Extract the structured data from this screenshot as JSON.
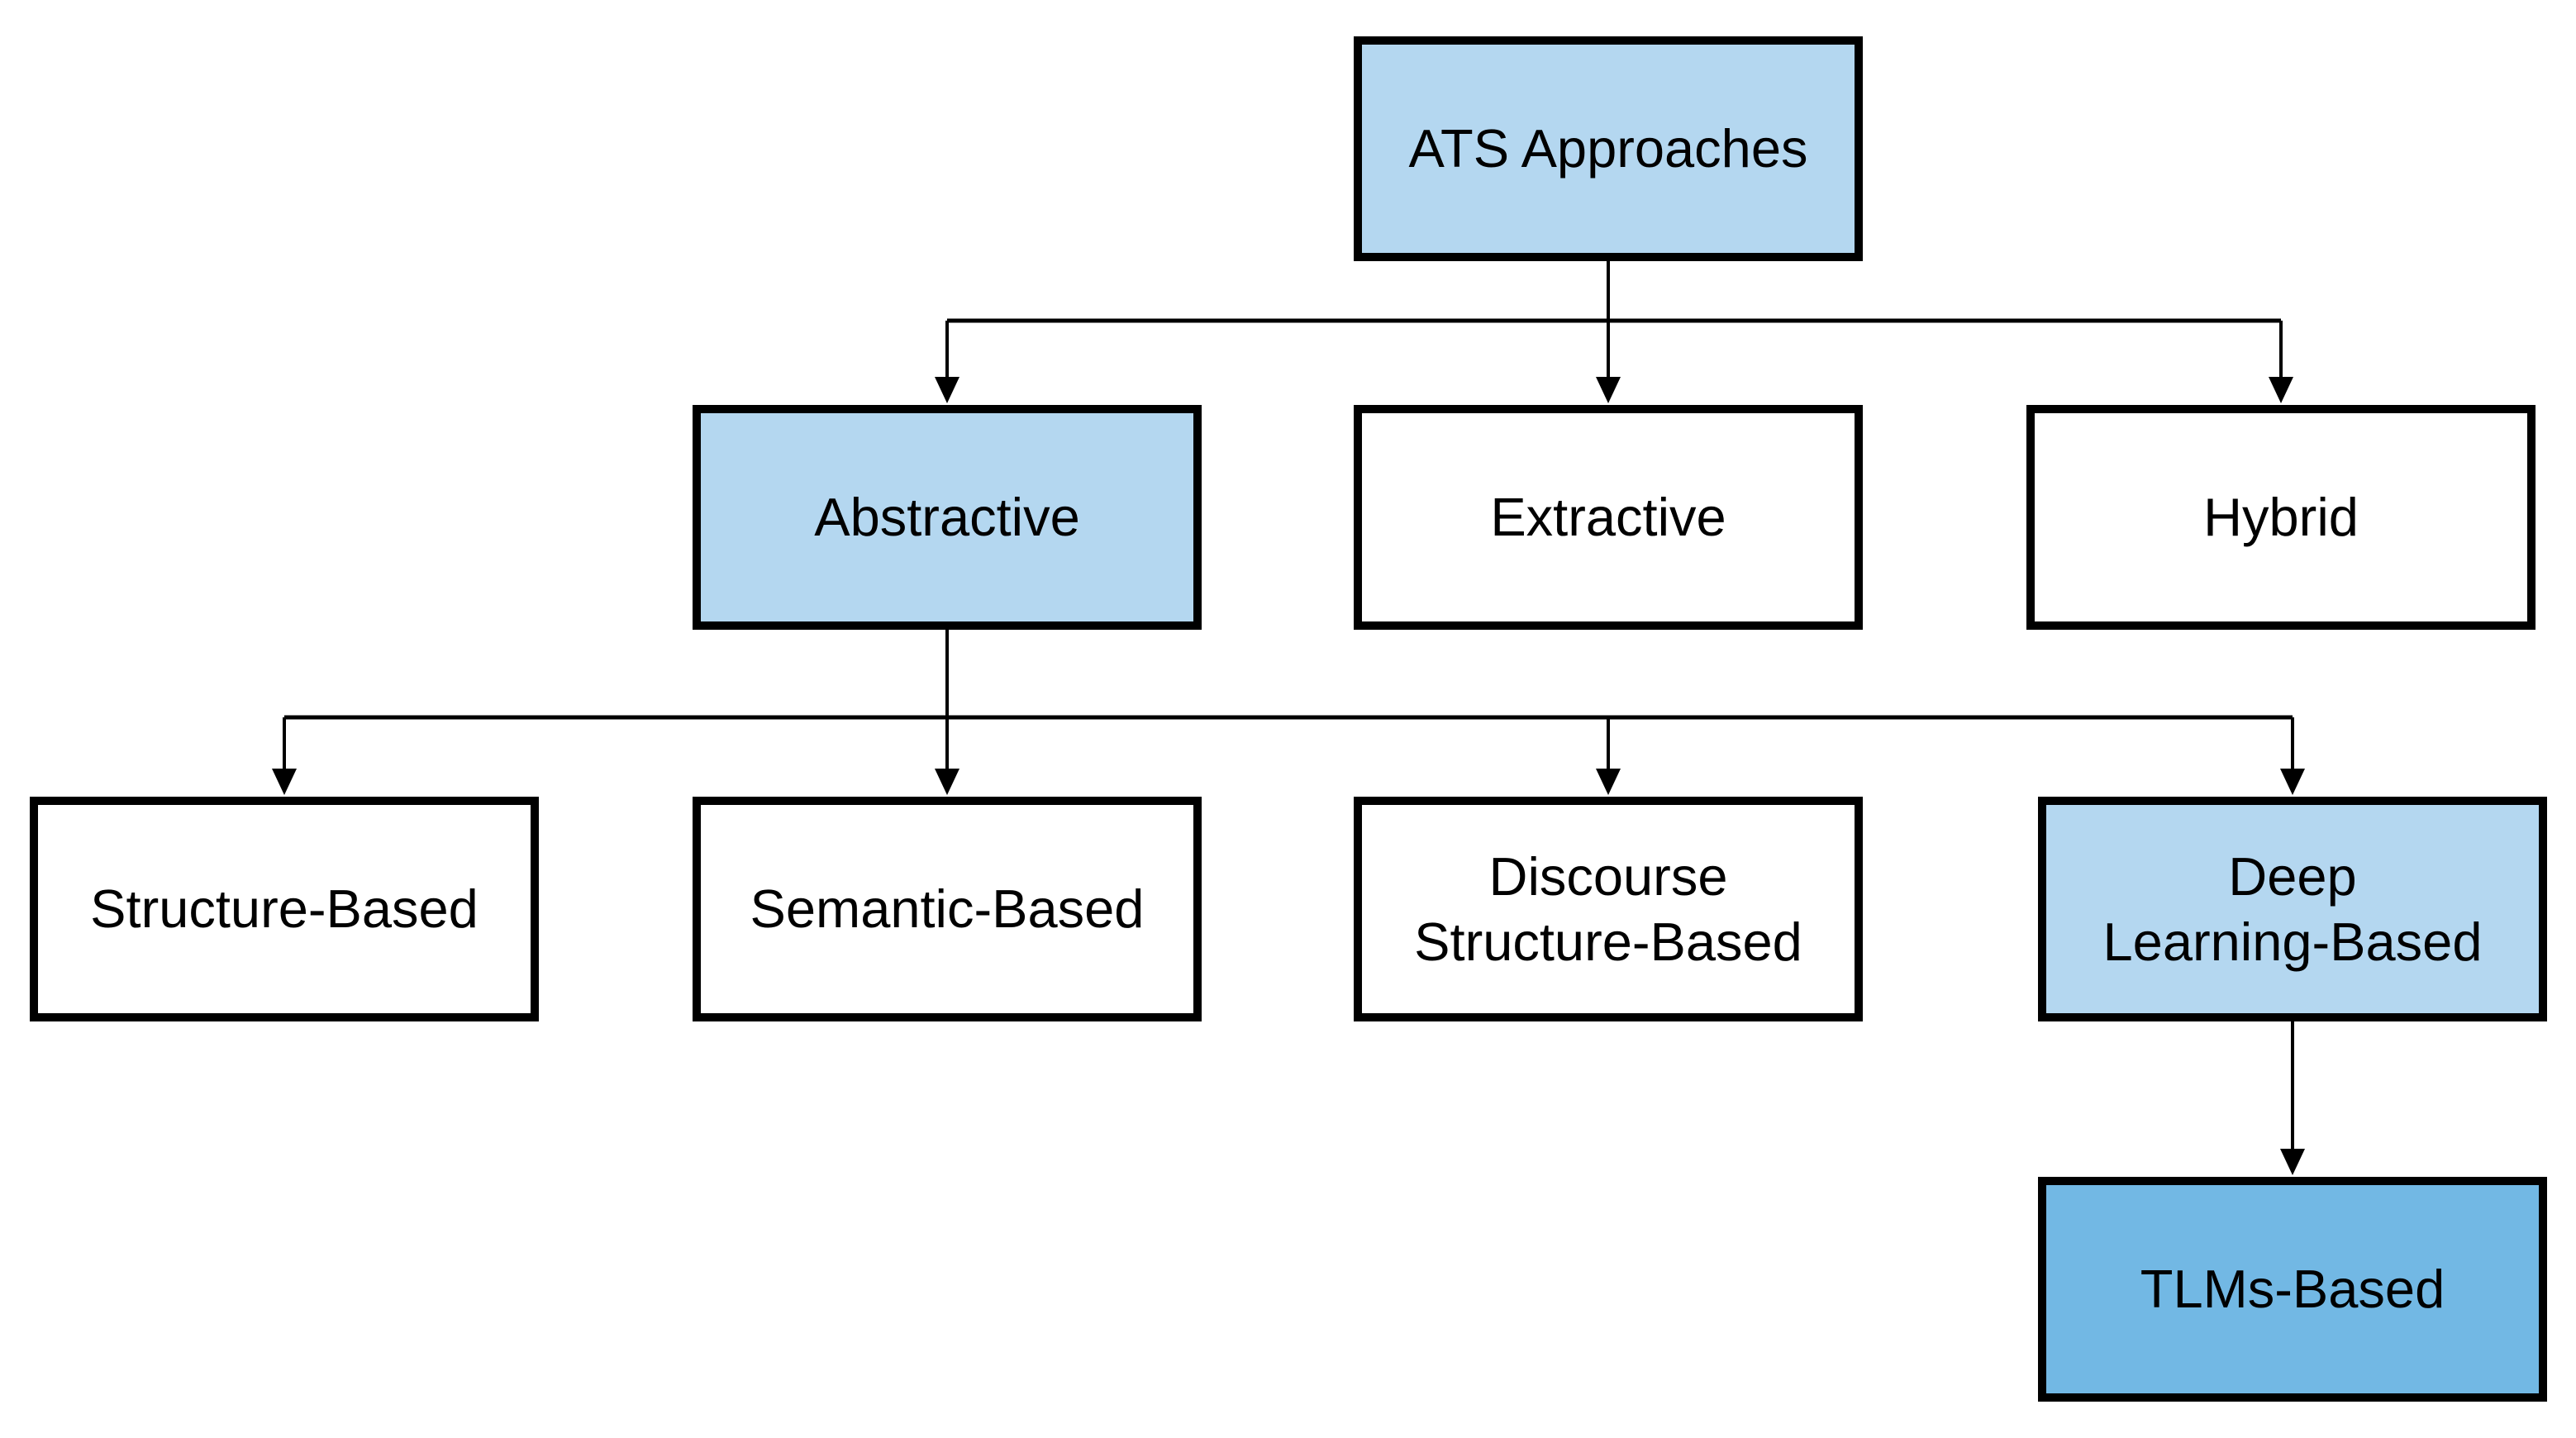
{
  "diagram": {
    "type": "hierarchy-flowchart",
    "colors": {
      "highlight_light_blue": "#b4d7f0",
      "highlight_medium_blue": "#72b8e4",
      "plain_white": "#ffffff",
      "border_and_lines": "#000000"
    },
    "nodes": {
      "ats": {
        "label": "ATS Approaches",
        "fill": "#b4d7f0",
        "level": 0
      },
      "abstractive": {
        "label": "Abstractive",
        "fill": "#b4d7f0",
        "level": 1
      },
      "extractive": {
        "label": "Extractive",
        "fill": "#ffffff",
        "level": 1
      },
      "hybrid": {
        "label": "Hybrid",
        "fill": "#ffffff",
        "level": 1
      },
      "structure": {
        "label": "Structure-Based",
        "fill": "#ffffff",
        "level": 2
      },
      "semantic": {
        "label": "Semantic-Based",
        "fill": "#ffffff",
        "level": 2
      },
      "discourse": {
        "label": "Discourse\nStructure-Based",
        "fill": "#ffffff",
        "level": 2
      },
      "deep": {
        "label": "Deep\nLearning-Based",
        "fill": "#b4d7f0",
        "level": 2
      },
      "tlms": {
        "label": "TLMs-Based",
        "fill": "#72b8e4",
        "level": 3
      }
    },
    "edges": [
      {
        "from": "ATS Approaches",
        "to": "Abstractive"
      },
      {
        "from": "ATS Approaches",
        "to": "Extractive"
      },
      {
        "from": "ATS Approaches",
        "to": "Hybrid"
      },
      {
        "from": "Abstractive",
        "to": "Structure-Based"
      },
      {
        "from": "Abstractive",
        "to": "Semantic-Based"
      },
      {
        "from": "Abstractive",
        "to": "Discourse Structure-Based"
      },
      {
        "from": "Abstractive",
        "to": "Deep Learning-Based"
      },
      {
        "from": "Deep Learning-Based",
        "to": "TLMs-Based"
      }
    ]
  }
}
